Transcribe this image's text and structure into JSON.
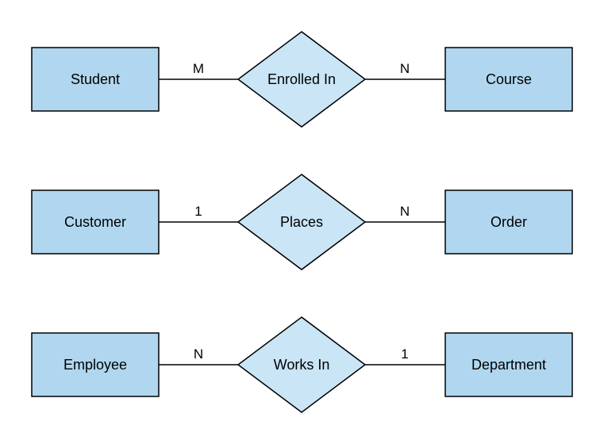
{
  "diagram": {
    "type": "entity-relationship",
    "rows": [
      {
        "left_entity": "Student",
        "left_cardinality": "M",
        "relationship": "Enrolled In",
        "right_cardinality": "N",
        "right_entity": "Course"
      },
      {
        "left_entity": "Customer",
        "left_cardinality": "1",
        "relationship": "Places",
        "right_cardinality": "N",
        "right_entity": "Order"
      },
      {
        "left_entity": "Employee",
        "left_cardinality": "N",
        "relationship": "Works In",
        "right_cardinality": "1",
        "right_entity": "Department"
      }
    ]
  },
  "colors": {
    "background": "#FFFFFF",
    "entity_fill": "#B0D7EF",
    "relationship_fill": "#C9E5F6",
    "stroke": "#000000",
    "text": "#000000"
  }
}
